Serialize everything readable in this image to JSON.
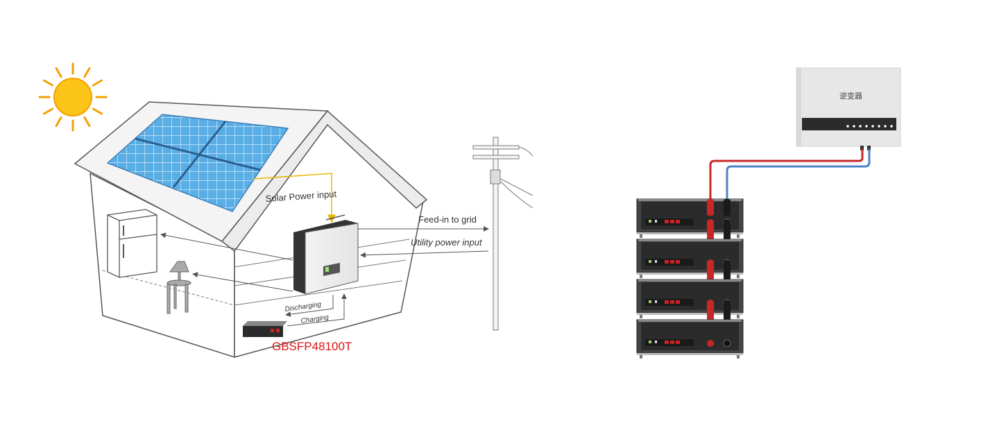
{
  "house_diagram": {
    "solar_label": "Solar Power input",
    "feed_in_label": "Feed-in to grid",
    "utility_label": "Utility power input",
    "discharging_label": "Discharging",
    "charging_label": "Charging",
    "battery_model": "GBSFP48100T"
  },
  "stack_diagram": {
    "inverter_label": "逆变器",
    "battery_count": 4
  },
  "colors": {
    "sun": "#fcc419",
    "sun_stroke": "#f59f00",
    "panel": "#4ea3e0",
    "model_label": "#e01010",
    "solar_line": "#e8b600",
    "positive_cable": "#c62828",
    "negative_cable": "#4a83c8",
    "battery_body": "#2b2b2b"
  }
}
